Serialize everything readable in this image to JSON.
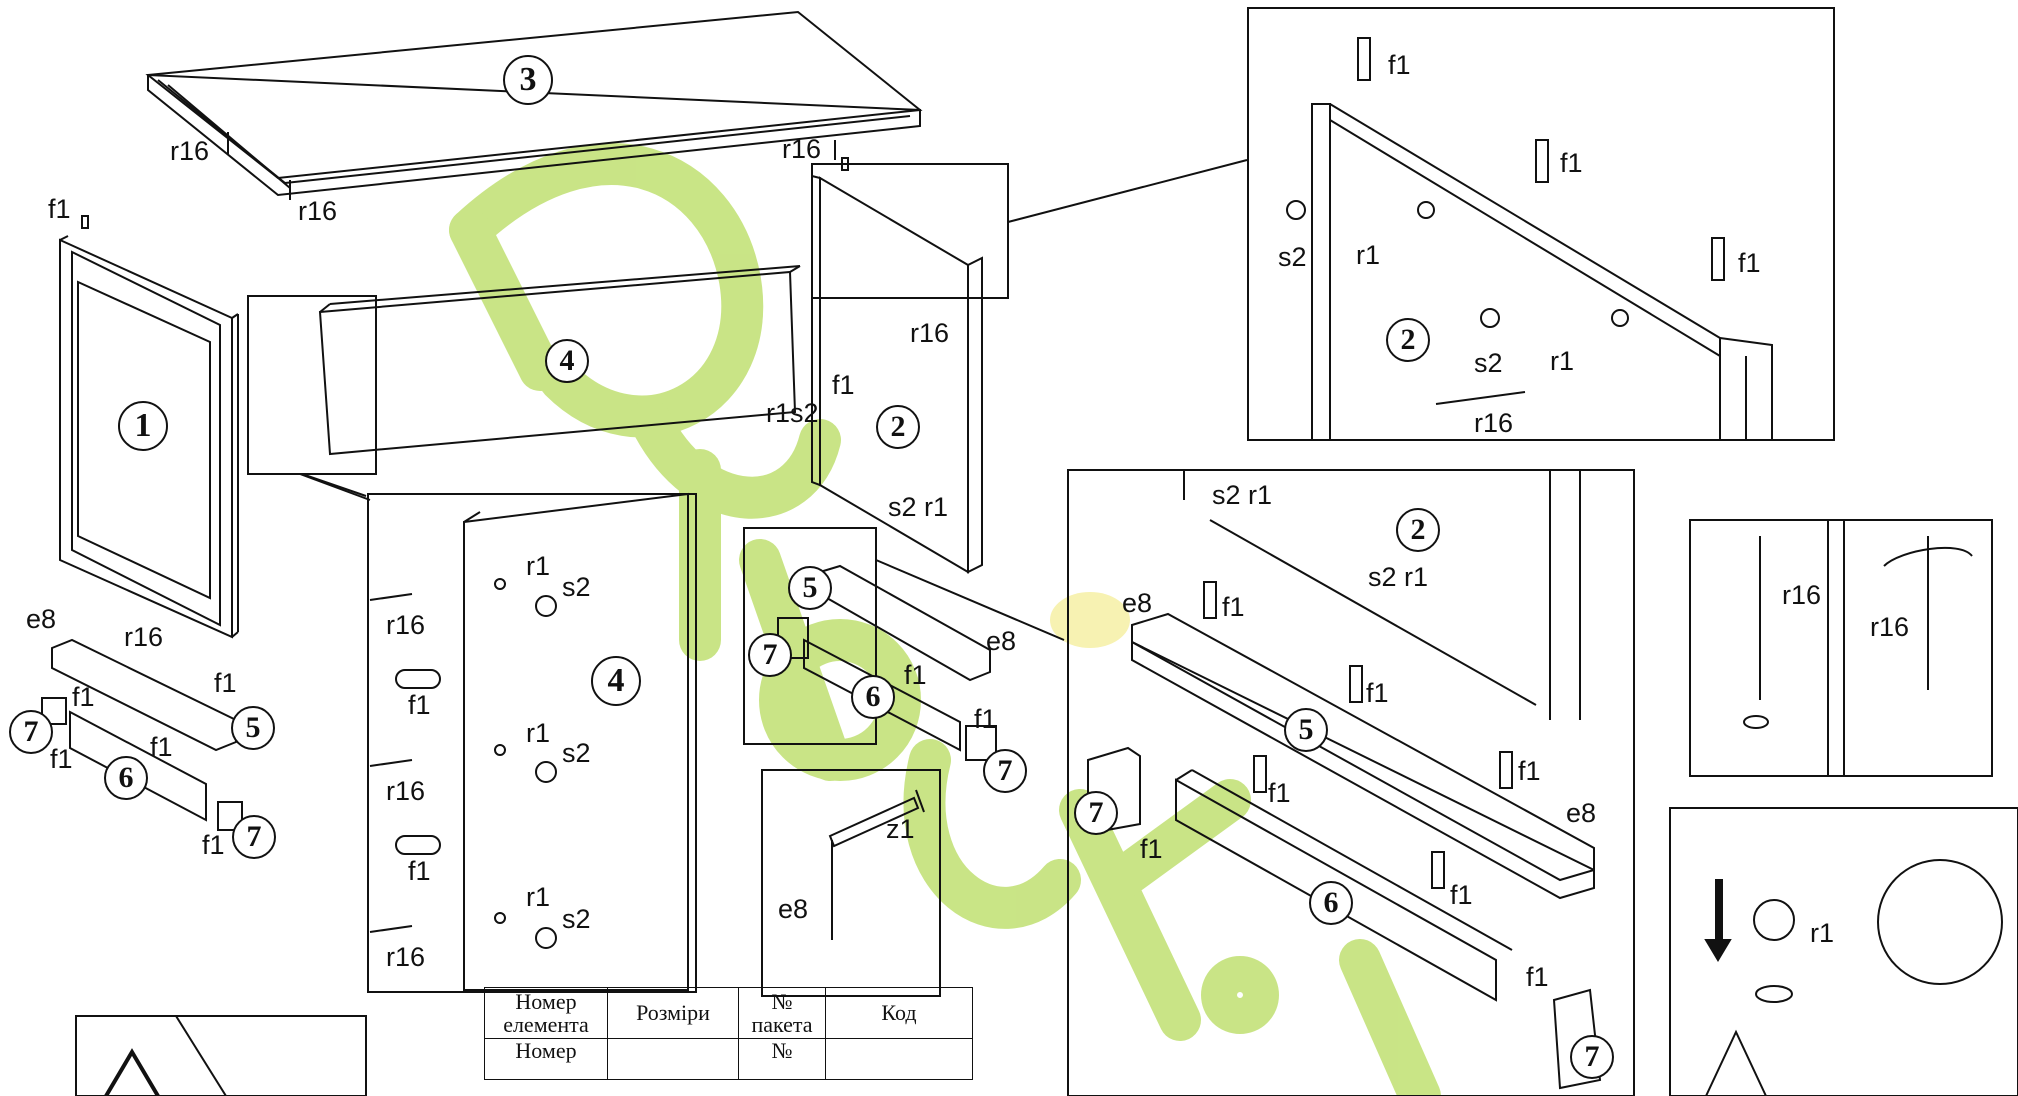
{
  "watermark": {
    "text": "Dybok.ua",
    "color": "#a8d24a"
  },
  "part_numbers": [
    "1",
    "2",
    "3",
    "4",
    "5",
    "6",
    "7"
  ],
  "labels": {
    "f1": "f1",
    "r16": "r16",
    "r1": "r1",
    "s2": "s2",
    "e8": "e8",
    "z1": "z1",
    "s2r1": "s2 r1",
    "r1s2": "r1s2"
  },
  "table": {
    "headers": [
      "Номер елемента",
      "Розміри",
      "№ пакета",
      "Код"
    ],
    "second_row": [
      "Номер",
      "",
      "№",
      ""
    ]
  },
  "colors": {
    "line": "#111111",
    "background": "#ffffff"
  }
}
